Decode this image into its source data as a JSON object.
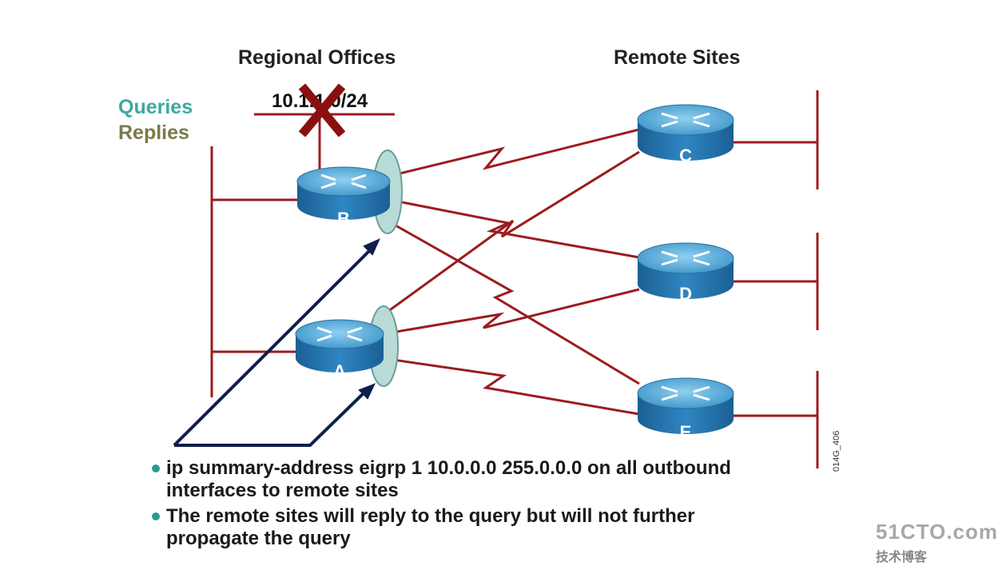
{
  "headings": {
    "regional": "Regional Offices",
    "remote": "Remote Sites"
  },
  "legend": {
    "queries": "Queries",
    "replies": "Replies"
  },
  "network_label": "10.1.1.0/24",
  "routers": {
    "a": "A",
    "b": "B",
    "c": "C",
    "d": "D",
    "e": "E"
  },
  "figure_id": "014G_406",
  "bullets": [
    "ip summary-address eigrp 1 10.0.0.0 255.0.0.0 on all outbound interfaces to remote sites",
    "The remote sites will reply to the query but will not further propagate the query"
  ],
  "watermark": {
    "site": "51CTO.com",
    "sub": "技术博客"
  },
  "colors": {
    "link": "#9b1c1f",
    "router_top": "#4a9fd0",
    "router_side": "#1f6fa8",
    "queries": "#3fa8a0",
    "replies": "#7a7a4a",
    "arrow": "#0e1f4d",
    "ellipse": "#b9dbd8",
    "x_mark": "#8a1010"
  }
}
